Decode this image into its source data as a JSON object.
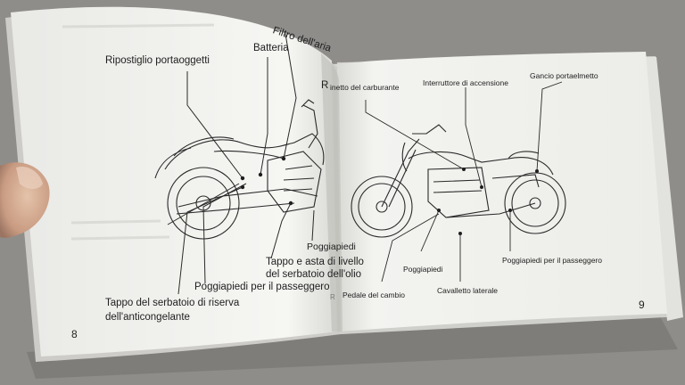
{
  "left_page": {
    "page_number": "8",
    "labels": {
      "storage": "Ripostiglio portaoggetti",
      "air_filter": "Filtro dell'aria",
      "battery": "Batteria",
      "right_footpeg": "Poggiapiedi",
      "oil_cap_line1": "Tappo e asta di livello",
      "oil_cap_line2": "del serbatoio dell'olio",
      "passenger_footpeg": "Poggiapiedi per il passeggero",
      "coolant_line1": "Tappo del serbatoio di riserva",
      "coolant_line2": "dell'anticongelante",
      "fuel_fragment": "R",
      "margin_mark": "R"
    }
  },
  "right_page": {
    "page_number": "9",
    "labels": {
      "fuel_valve": "inetto del carburante",
      "ignition": "Interruttore di accensione",
      "helmet_hook": "Gancio portaelmetto",
      "footpeg": "Poggiapiedi",
      "passenger_footpeg": "Poggiapiedi per il passeggero",
      "shift_pedal": "Pedale del cambio",
      "side_stand": "Cavalletto laterale"
    }
  },
  "colors": {
    "background": "#8f8d8a",
    "paper": "#f4f4f1",
    "ink": "#1e1e1e",
    "skin": "#d8b49a"
  }
}
